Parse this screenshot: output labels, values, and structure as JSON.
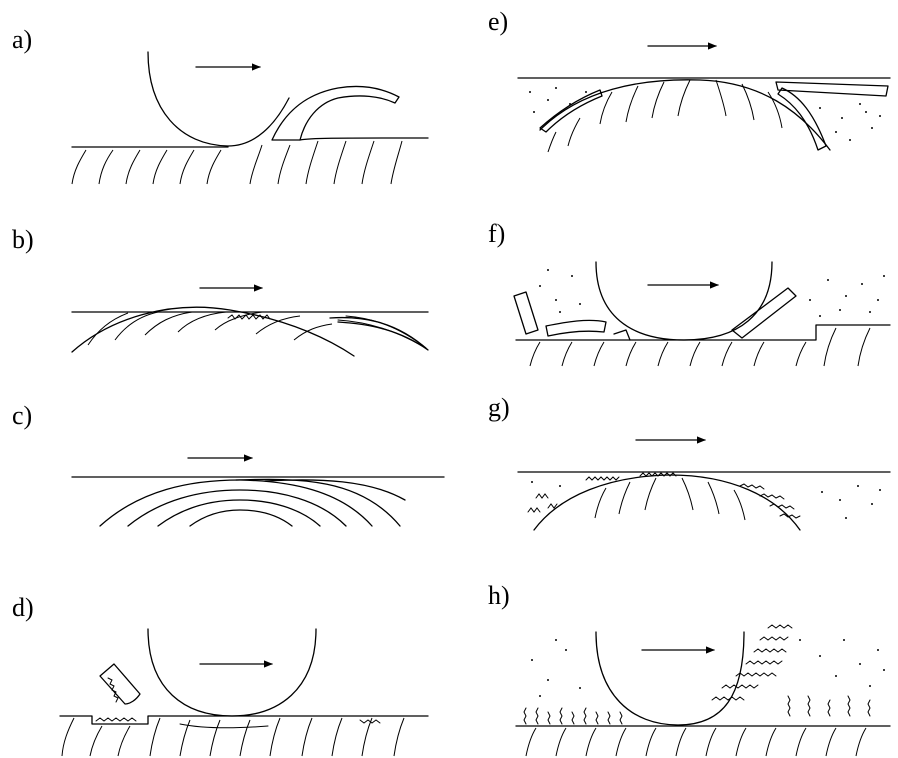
{
  "panels": [
    {
      "id": "a",
      "label": "a)"
    },
    {
      "id": "b",
      "label": "b)"
    },
    {
      "id": "c",
      "label": "c)"
    },
    {
      "id": "d",
      "label": "d)"
    },
    {
      "id": "e",
      "label": "e)"
    },
    {
      "id": "f",
      "label": "f)"
    },
    {
      "id": "g",
      "label": "g)"
    },
    {
      "id": "h",
      "label": "h)"
    }
  ]
}
